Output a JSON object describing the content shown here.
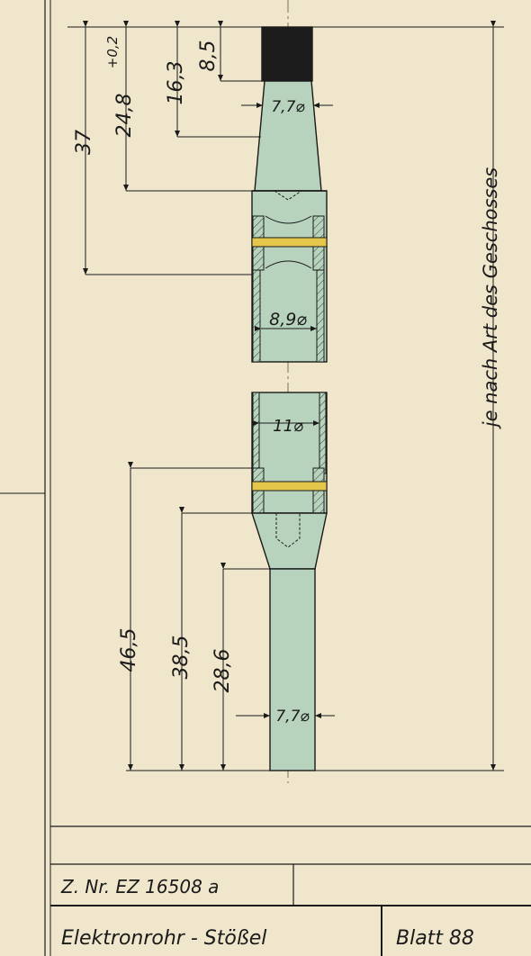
{
  "drawing": {
    "dimensions": {
      "d_37": "37",
      "d_24_8": "24,8",
      "d_tol": "+0,2",
      "d_16_3": "16,3",
      "d_8_5": "8,5",
      "d_7_7_top": "7,7⌀",
      "d_8_9": "8,9⌀",
      "d_11": "11⌀",
      "d_46_5": "46,5",
      "d_38_5": "38,5",
      "d_28_6": "28,6",
      "d_7_7_bottom": "7,7⌀"
    },
    "note_right": "je nach Art des Geschosses"
  },
  "title_block": {
    "drawing_number": "Z. Nr. EZ 16508 a",
    "part_name": "Elektronrohr - Stößel",
    "sheet_label": "Blatt 88"
  },
  "colors": {
    "paper": "#efe6cc",
    "part_fill": "#b7d3bd",
    "ink": "#1a1a1a",
    "washer": "#e3c64a"
  }
}
